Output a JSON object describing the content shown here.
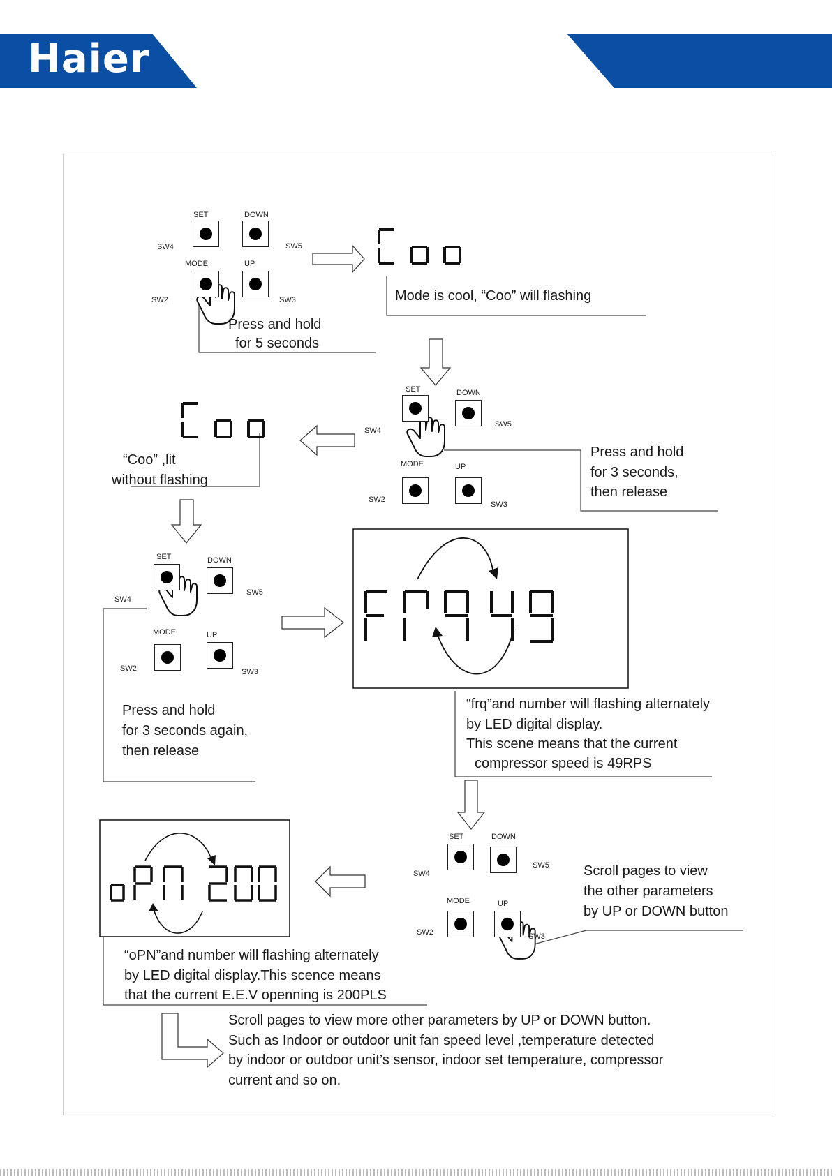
{
  "brand": {
    "logo_text": "Haier",
    "color": "#0a4fa3"
  },
  "buttons": {
    "set": "SET",
    "down": "DOWN",
    "mode": "MODE",
    "up": "UP",
    "sw4": "SW4",
    "sw5": "SW5",
    "sw2": "SW2",
    "sw3": "SW3"
  },
  "displays": {
    "coo": "Coo",
    "frq": "Frq",
    "frq_value": "49",
    "opn": "oPN",
    "opn_value": "200"
  },
  "notes": {
    "step1_hold_line1": "Press and hold",
    "step1_hold_line2": "for 5 seconds",
    "coo_flashing": "Mode is cool, “Coo” will flashing",
    "coo_lit_line1": "“Coo” ,lit",
    "coo_lit_line2": "without flashing",
    "step2_hold_line1": "Press and hold",
    "step2_hold_line2": "for 3 seconds,",
    "step2_hold_line3": "then release",
    "step3_hold_line1": "Press and hold",
    "step3_hold_line2": "for 3 seconds again,",
    "step3_hold_line3": "then release",
    "frq_line1": "“frq”and number will flashing alternately",
    "frq_line2": "by LED digital display.",
    "frq_line3": "This scene means that the current",
    "frq_line4": "compressor speed is 49RPS",
    "scroll_line1": "Scroll pages to view",
    "scroll_line2": "the other parameters",
    "scroll_line3": "by UP or DOWN button",
    "opn_line1": "“oPN”and number will flashing alternately",
    "opn_line2": "by LED digital display.This scence means",
    "opn_line3": "that the current E.E.V openning is 200PLS",
    "more_line1": "Scroll pages to view more other parameters by UP or DOWN button.",
    "more_line2": "Such as Indoor or outdoor  unit fan speed level ,temperature detected",
    "more_line3": "by indoor or outdoor unit’s sensor, indoor set temperature, compressor",
    "more_line4": "current and so on."
  }
}
